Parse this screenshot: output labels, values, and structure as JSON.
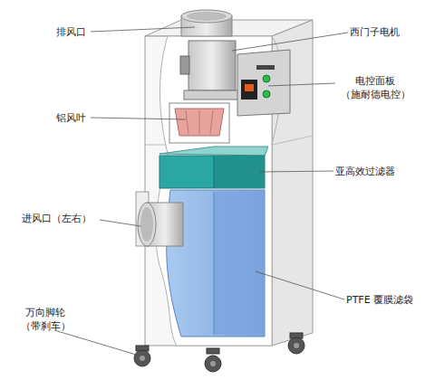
{
  "diagram": {
    "labels": [
      "排风口",
      "西门子电机",
      "电控面板 （施耐德电控）",
      "铝风叶",
      "亚高效过滤器",
      "进风口（左右）",
      "PTFE 覆膜滤袋",
      "万向脚轮 （带刹车）"
    ]
  }
}
